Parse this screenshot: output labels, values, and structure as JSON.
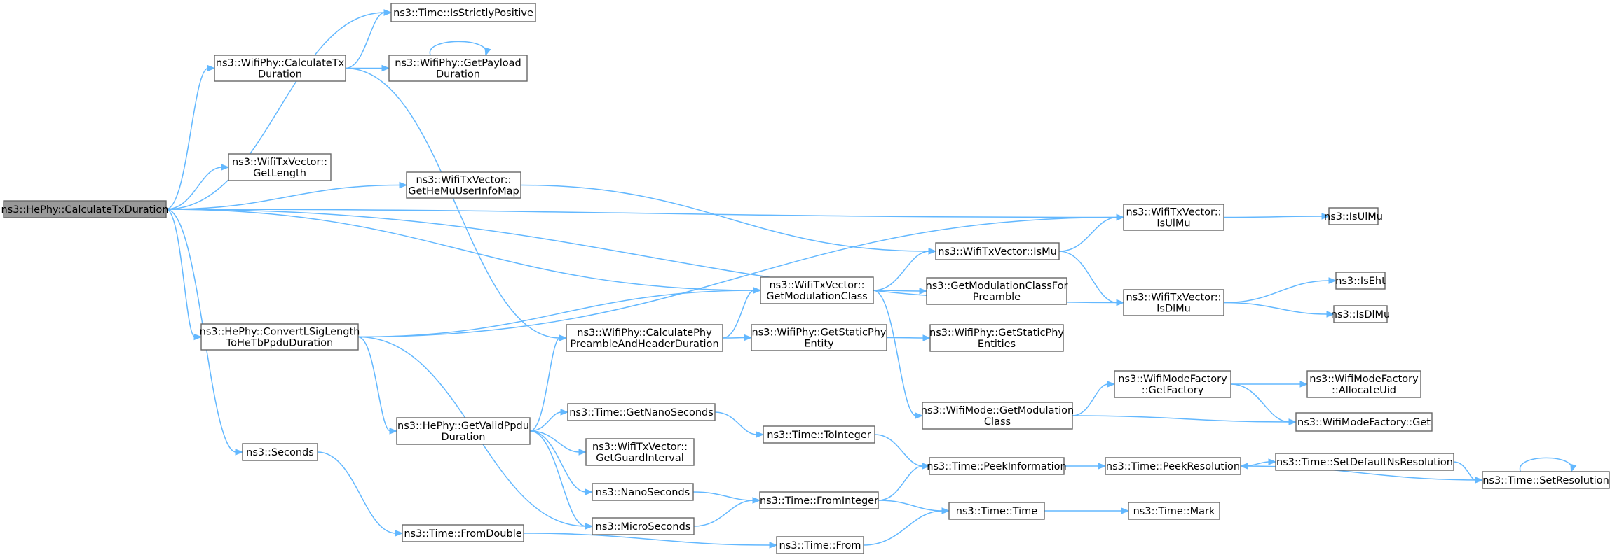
{
  "graph": {
    "root": "calc_tx",
    "colors": {
      "edge": "#63b8ff",
      "node_border": "#666666",
      "root_fill": "#999999",
      "node_fill": "#ffffff"
    },
    "nodes": [
      {
        "id": "calc_tx",
        "lines": [
          "ns3::HePhy::CalculateTxDuration"
        ]
      },
      {
        "id": "strictly_pos",
        "lines": [
          "ns3::Time::IsStrictlyPositive"
        ]
      },
      {
        "id": "wifiphy_calctx",
        "lines": [
          "ns3::WifiPhy::CalculateTx",
          "Duration"
        ]
      },
      {
        "id": "payload",
        "lines": [
          "ns3::WifiPhy::GetPayload",
          "Duration"
        ]
      },
      {
        "id": "getlength",
        "lines": [
          "ns3::WifiTxVector::",
          "GetLength"
        ]
      },
      {
        "id": "hemuuser",
        "lines": [
          "ns3::WifiTxVector::",
          "GetHeMuUserInfoMap"
        ]
      },
      {
        "id": "isulmu_vec",
        "lines": [
          "ns3::WifiTxVector::",
          "IsUlMu"
        ]
      },
      {
        "id": "isulmu",
        "lines": [
          "ns3::IsUlMu"
        ]
      },
      {
        "id": "ismu",
        "lines": [
          "ns3::WifiTxVector::IsMu"
        ]
      },
      {
        "id": "isdlmu_vec",
        "lines": [
          "ns3::WifiTxVector::",
          "IsDlMu"
        ]
      },
      {
        "id": "iseht",
        "lines": [
          "ns3::IsEht"
        ]
      },
      {
        "id": "isdlmu",
        "lines": [
          "ns3::IsDlMu"
        ]
      },
      {
        "id": "getmod",
        "lines": [
          "ns3::WifiTxVector::",
          "GetModulationClass"
        ]
      },
      {
        "id": "getmodpre",
        "lines": [
          "ns3::GetModulationClassFor",
          "Preamble"
        ]
      },
      {
        "id": "convert",
        "lines": [
          "ns3::HePhy::ConvertLSigLength",
          "ToHeTbPpduDuration"
        ]
      },
      {
        "id": "calcphy",
        "lines": [
          "ns3::WifiPhy::CalculatePhy",
          "PreambleAndHeaderDuration"
        ]
      },
      {
        "id": "staticphy",
        "lines": [
          "ns3::WifiPhy::GetStaticPhy",
          "Entity"
        ]
      },
      {
        "id": "staticphies",
        "lines": [
          "ns3::WifiPhy::GetStaticPhy",
          "Entities"
        ]
      },
      {
        "id": "wifimode_getmod",
        "lines": [
          "ns3::WifiMode::GetModulation",
          "Class"
        ]
      },
      {
        "id": "factory",
        "lines": [
          "ns3::WifiModeFactory",
          "::GetFactory"
        ]
      },
      {
        "id": "allocuid",
        "lines": [
          "ns3::WifiModeFactory",
          "::AllocateUid"
        ]
      },
      {
        "id": "factory_get",
        "lines": [
          "ns3::WifiModeFactory::Get"
        ]
      },
      {
        "id": "getvalid",
        "lines": [
          "ns3::HePhy::GetValidPpdu",
          "Duration"
        ]
      },
      {
        "id": "getnano",
        "lines": [
          "ns3::Time::GetNanoSeconds"
        ]
      },
      {
        "id": "tointeger",
        "lines": [
          "ns3::Time::ToInteger"
        ]
      },
      {
        "id": "guard",
        "lines": [
          "ns3::WifiTxVector::",
          "GetGuardInterval"
        ]
      },
      {
        "id": "peekinfo",
        "lines": [
          "ns3::Time::PeekInformation"
        ]
      },
      {
        "id": "peekres",
        "lines": [
          "ns3::Time::PeekResolution"
        ]
      },
      {
        "id": "setdefault",
        "lines": [
          "ns3::Time::SetDefaultNsResolution"
        ]
      },
      {
        "id": "setres",
        "lines": [
          "ns3::Time::SetResolution"
        ]
      },
      {
        "id": "seconds",
        "lines": [
          "ns3::Seconds"
        ]
      },
      {
        "id": "nanoseconds",
        "lines": [
          "ns3::NanoSeconds"
        ]
      },
      {
        "id": "frominteger",
        "lines": [
          "ns3::Time::FromInteger"
        ]
      },
      {
        "id": "microseconds",
        "lines": [
          "ns3::MicroSeconds"
        ]
      },
      {
        "id": "time",
        "lines": [
          "ns3::Time::Time"
        ]
      },
      {
        "id": "mark",
        "lines": [
          "ns3::Time::Mark"
        ]
      },
      {
        "id": "fromdouble",
        "lines": [
          "ns3::Time::FromDouble"
        ]
      },
      {
        "id": "from",
        "lines": [
          "ns3::Time::From"
        ]
      }
    ],
    "edges": [
      {
        "from": "calc_tx",
        "to": "strictly_pos"
      },
      {
        "from": "calc_tx",
        "to": "wifiphy_calctx"
      },
      {
        "from": "calc_tx",
        "to": "getlength"
      },
      {
        "from": "calc_tx",
        "to": "hemuuser"
      },
      {
        "from": "calc_tx",
        "to": "isulmu_vec"
      },
      {
        "from": "calc_tx",
        "to": "getmod"
      },
      {
        "from": "calc_tx",
        "to": "convert"
      },
      {
        "from": "calc_tx",
        "to": "isdlmu_vec"
      },
      {
        "from": "calc_tx",
        "to": "seconds"
      },
      {
        "from": "wifiphy_calctx",
        "to": "strictly_pos"
      },
      {
        "from": "wifiphy_calctx",
        "to": "payload"
      },
      {
        "from": "wifiphy_calctx",
        "to": "calcphy"
      },
      {
        "from": "payload",
        "to": "payload"
      },
      {
        "from": "hemuuser",
        "to": "ismu"
      },
      {
        "from": "isulmu_vec",
        "to": "isulmu"
      },
      {
        "from": "ismu",
        "to": "isulmu_vec"
      },
      {
        "from": "ismu",
        "to": "isdlmu_vec"
      },
      {
        "from": "isdlmu_vec",
        "to": "iseht"
      },
      {
        "from": "isdlmu_vec",
        "to": "isdlmu"
      },
      {
        "from": "getmod",
        "to": "ismu"
      },
      {
        "from": "getmod",
        "to": "getmodpre"
      },
      {
        "from": "getmod",
        "to": "wifimode_getmod"
      },
      {
        "from": "convert",
        "to": "isulmu_vec"
      },
      {
        "from": "convert",
        "to": "getmod"
      },
      {
        "from": "convert",
        "to": "getvalid"
      },
      {
        "from": "convert",
        "to": "microseconds"
      },
      {
        "from": "calcphy",
        "to": "getmod"
      },
      {
        "from": "calcphy",
        "to": "staticphy"
      },
      {
        "from": "staticphy",
        "to": "staticphies"
      },
      {
        "from": "wifimode_getmod",
        "to": "factory"
      },
      {
        "from": "wifimode_getmod",
        "to": "factory_get"
      },
      {
        "from": "factory",
        "to": "allocuid"
      },
      {
        "from": "factory",
        "to": "factory_get"
      },
      {
        "from": "getvalid",
        "to": "calcphy"
      },
      {
        "from": "getvalid",
        "to": "getnano"
      },
      {
        "from": "getvalid",
        "to": "guard"
      },
      {
        "from": "getvalid",
        "to": "nanoseconds"
      },
      {
        "from": "getvalid",
        "to": "microseconds"
      },
      {
        "from": "getnano",
        "to": "tointeger"
      },
      {
        "from": "tointeger",
        "to": "peekinfo"
      },
      {
        "from": "peekinfo",
        "to": "peekres"
      },
      {
        "from": "peekres",
        "to": "setdefault"
      },
      {
        "from": "setdefault",
        "to": "setres"
      },
      {
        "from": "setres",
        "to": "peekres"
      },
      {
        "from": "setres",
        "to": "setres"
      },
      {
        "from": "nanoseconds",
        "to": "frominteger"
      },
      {
        "from": "microseconds",
        "to": "frominteger"
      },
      {
        "from": "frominteger",
        "to": "peekinfo"
      },
      {
        "from": "frominteger",
        "to": "time"
      },
      {
        "from": "time",
        "to": "mark"
      },
      {
        "from": "seconds",
        "to": "fromdouble"
      },
      {
        "from": "fromdouble",
        "to": "from"
      },
      {
        "from": "from",
        "to": "time"
      }
    ]
  }
}
